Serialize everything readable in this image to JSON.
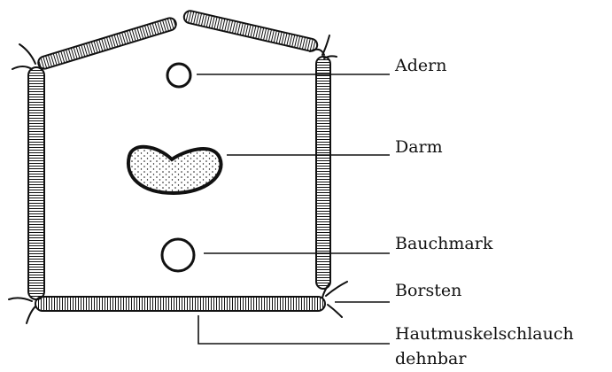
{
  "labels": {
    "adern": "Adern",
    "darm": "Darm",
    "bauchmark": "Bauchmark",
    "borsten": "Borsten",
    "hautmuskelschlauch": "Hautmuskelschlauch",
    "dehnbar": "dehnbar"
  },
  "colors": {
    "ink": "#111111",
    "background": "#ffffff"
  }
}
